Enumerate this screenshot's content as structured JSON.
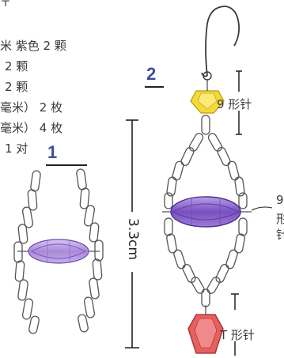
{
  "materials_list": {
    "lines": [
      "米  紫色  2 颗",
      "2 颗",
      "2 颗",
      "毫米）  2 枚",
      "毫米）  4 枚",
      "1 对"
    ]
  },
  "steps": {
    "step1": "1",
    "step2": "2"
  },
  "labels": {
    "nine_pin_top": "9 形针",
    "measure": "3.3cm",
    "t_pin": "T 形针",
    "right_cut_1": "9",
    "right_cut_2": "形",
    "right_cut_3": "针"
  },
  "colors": {
    "purple_bead": "#8a5fc4",
    "yellow_bead": "#e8c91a",
    "red_bead": "#d84a4a",
    "step_number": "#3d4f9c"
  },
  "icons": [
    "chain-link-icon",
    "earring-hook-icon",
    "bead-icon"
  ]
}
